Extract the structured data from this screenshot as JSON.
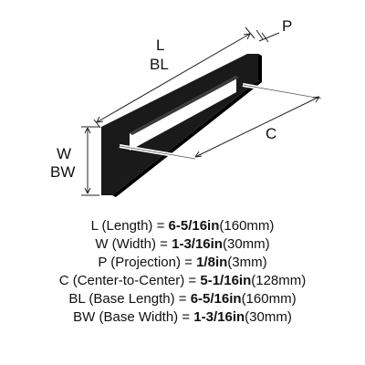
{
  "diagram": {
    "labels": {
      "length": "L",
      "base_length": "BL",
      "projection": "P",
      "width": "W",
      "base_width": "BW",
      "center_to_center": "C"
    },
    "colors": {
      "product": "#1a1a1a",
      "dimension_lines": "#222222",
      "screw": "#e8e8e8"
    }
  },
  "specs": [
    {
      "label": "L (Length) = ",
      "value": "6-5/16in",
      "unit": "(160mm)"
    },
    {
      "label": "W (Width) = ",
      "value": "1-3/16in",
      "unit": "(30mm)"
    },
    {
      "label": "P (Projection) = ",
      "value": "1/8in",
      "unit": "(3mm)"
    },
    {
      "label": "C (Center-to-Center) = ",
      "value": "5-1/16in",
      "unit": "(128mm)"
    },
    {
      "label": "BL (Base Length) = ",
      "value": "6-5/16in",
      "unit": "(160mm)"
    },
    {
      "label": "BW (Base Width) = ",
      "value": "1-3/16in",
      "unit": "(30mm)"
    }
  ]
}
